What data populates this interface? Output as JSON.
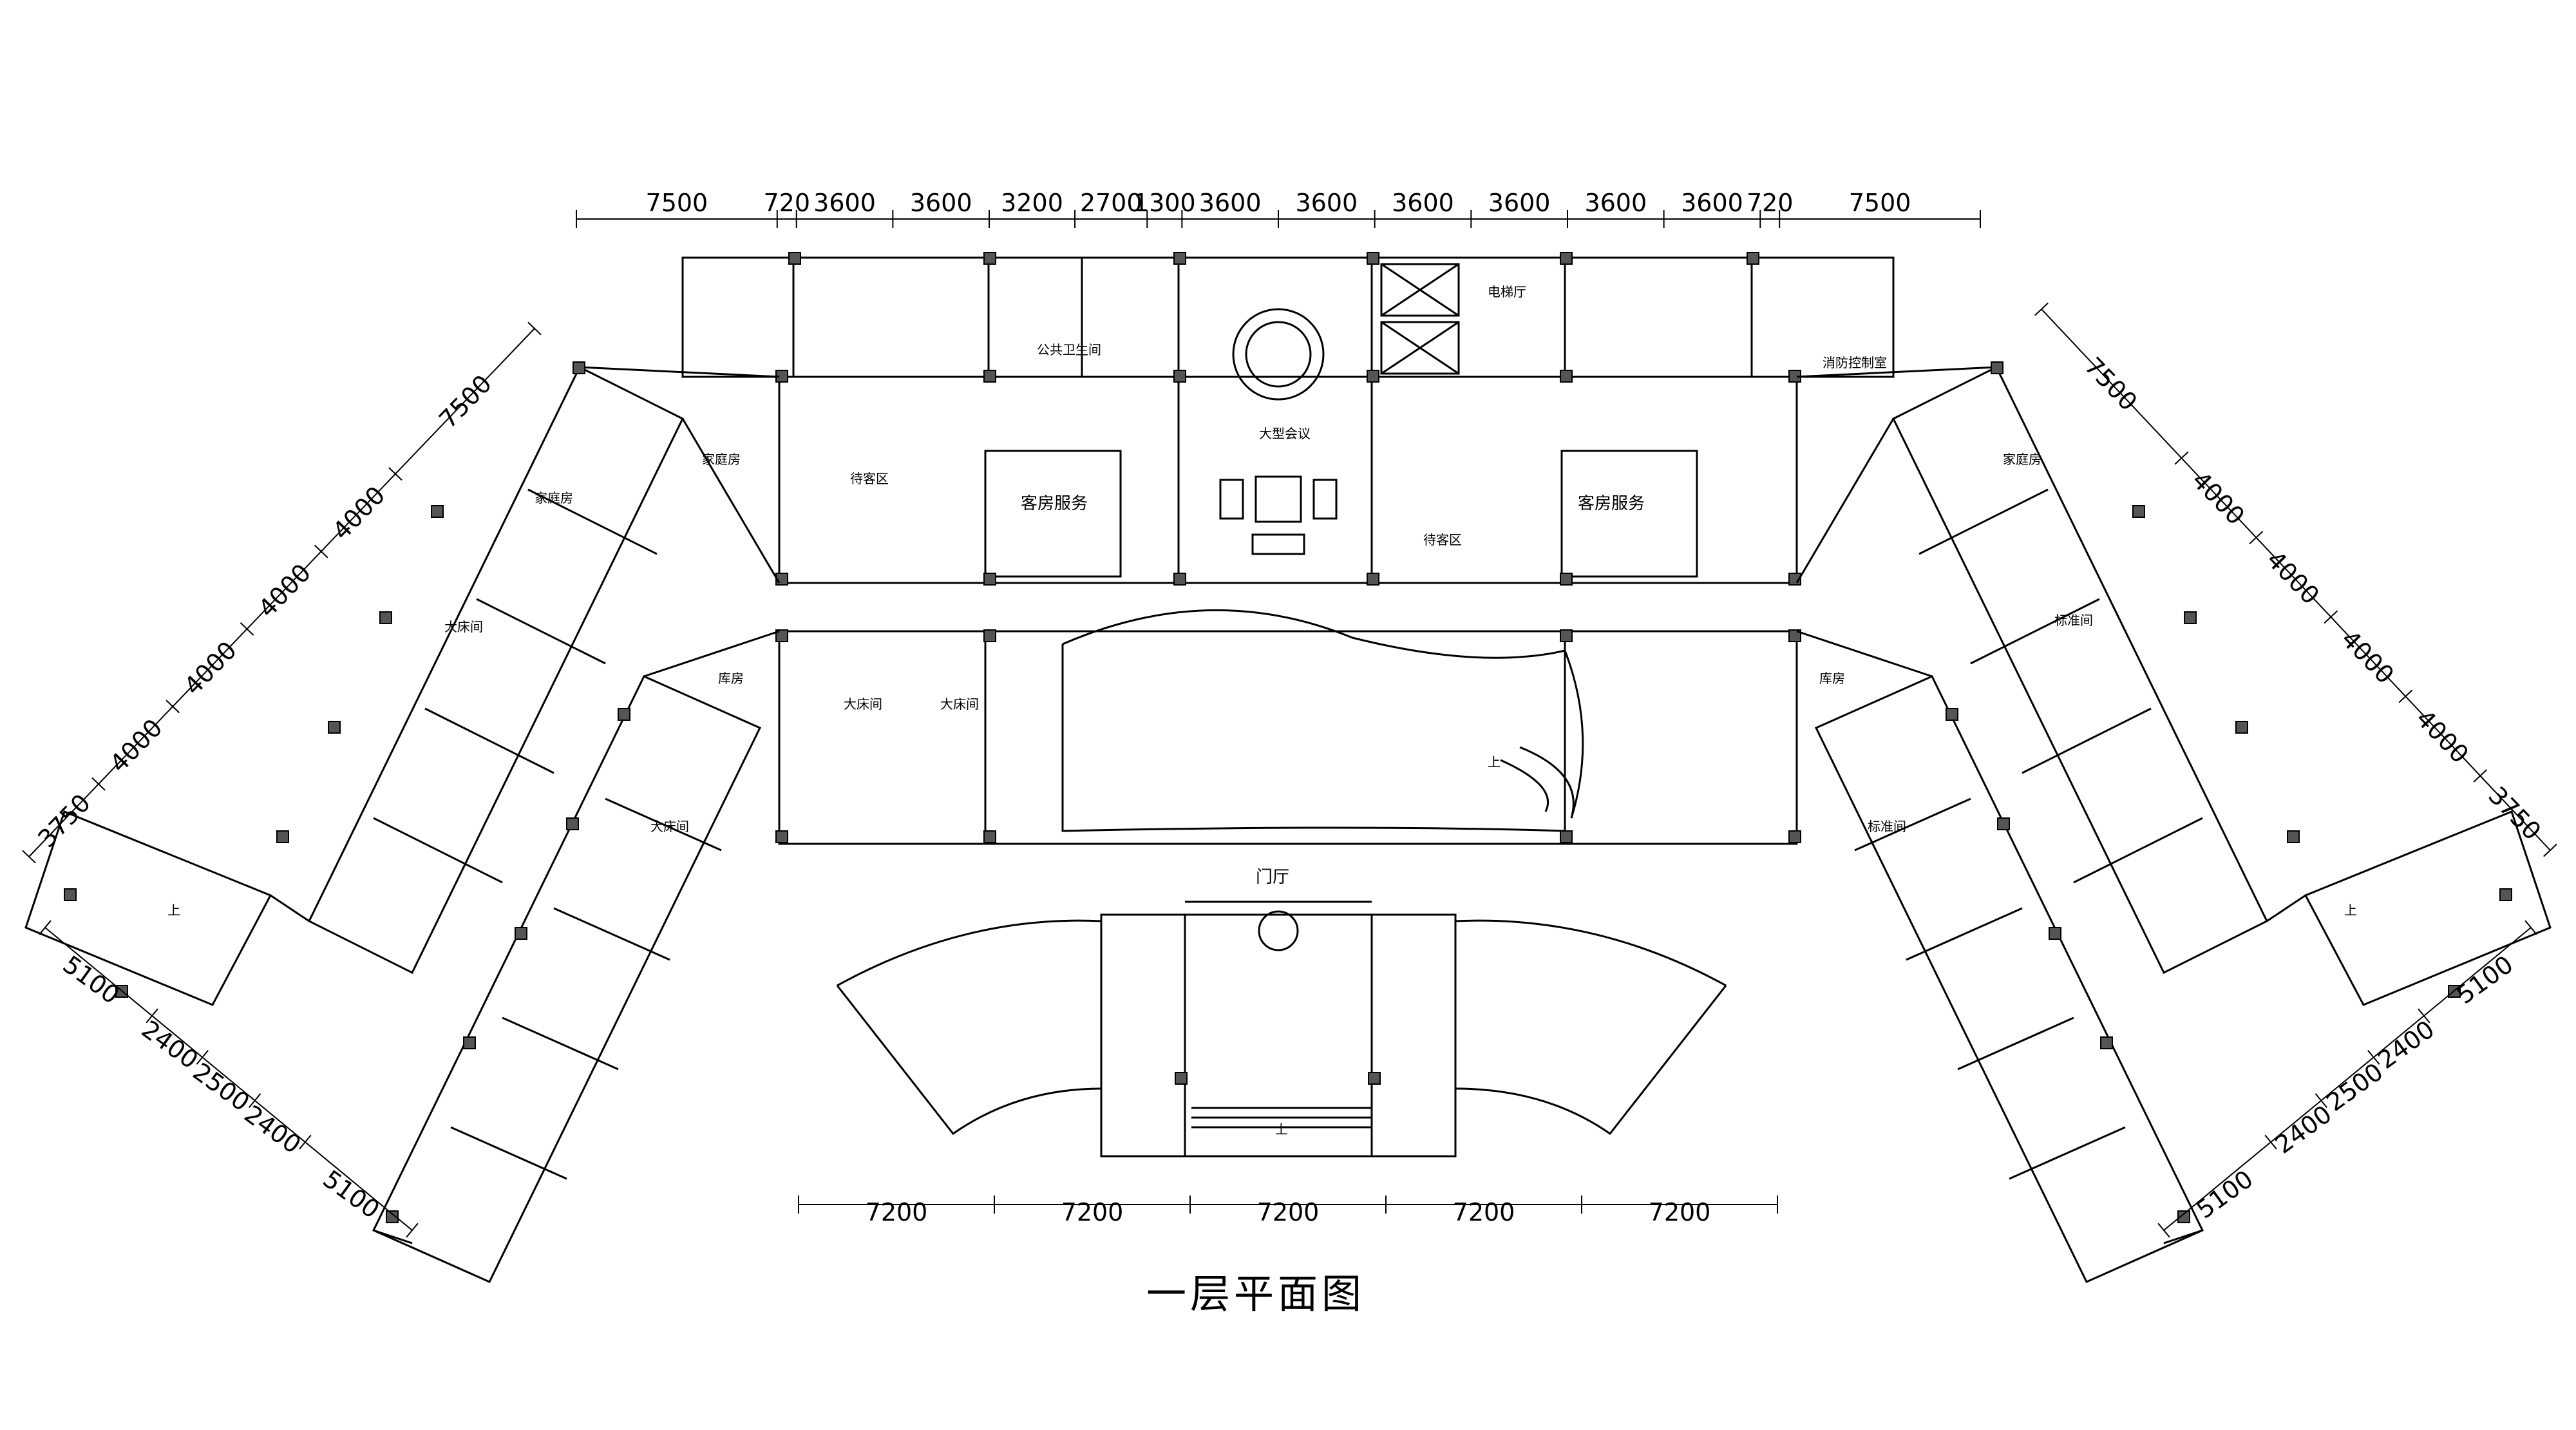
{
  "title": "一层平面图",
  "dimensions": {
    "top": [
      "7500",
      "720",
      "3600",
      "3600",
      "3200",
      "2700",
      "1300",
      "3600",
      "3600",
      "3600",
      "3600",
      "3600",
      "3600",
      "720",
      "7500"
    ],
    "bottom": [
      "7200",
      "7200",
      "7200",
      "7200",
      "7200"
    ],
    "left_wing_outer": [
      "7500",
      "4000",
      "4000",
      "4000",
      "4000",
      "3750"
    ],
    "left_wing_end": [
      "5100",
      "2400",
      "2500",
      "2400",
      "5100"
    ],
    "right_wing_outer": [
      "7500",
      "4000",
      "4000",
      "4000",
      "4000",
      "3750"
    ],
    "right_wing_end": [
      "5100",
      "2400",
      "2500",
      "2400",
      "5100"
    ]
  },
  "rooms": {
    "public_toilet": "公共卫生间",
    "meeting_room": "大型会议",
    "elevator_hall": "电梯厅",
    "fire_control": "消防控制室",
    "waiting_left": "待客区",
    "waiting_right": "待客区",
    "service_left": "客房服务",
    "service_right": "客房服务",
    "storage_left": "库房",
    "storage_right": "库房",
    "lobby": "门厅",
    "family_room": "家庭房",
    "double_room": "大床间",
    "standard_room": "标准间",
    "up_mark": "上"
  }
}
